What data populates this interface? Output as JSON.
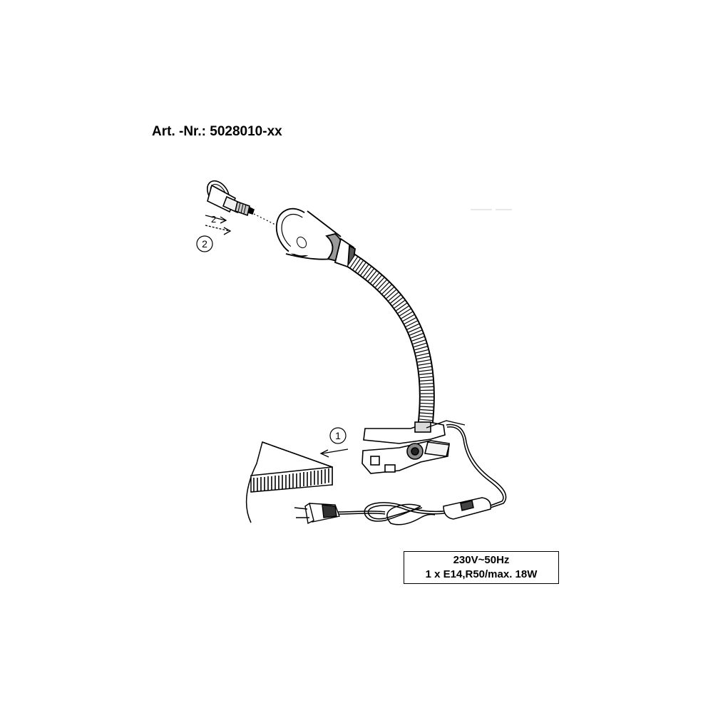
{
  "article": {
    "number_label": "Art. -Nr.: 5028010-xx"
  },
  "steps": {
    "step1": "1",
    "step2": "2",
    "step2_arrow_label": "2"
  },
  "specs": {
    "line1": "230V~50Hz",
    "line2": "1 x E14,R50/max. 18W"
  },
  "colors": {
    "ink": "#000000",
    "background": "#ffffff"
  }
}
